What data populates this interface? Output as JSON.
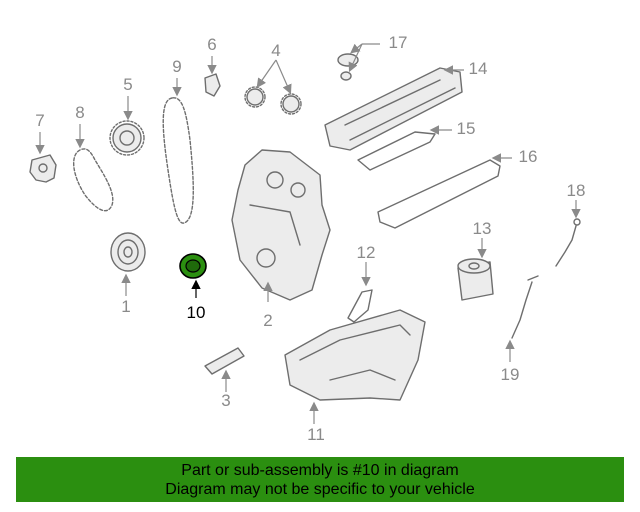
{
  "highlight_color": "#2b8f10",
  "highlighted_part": "10",
  "labels": {
    "p1": "1",
    "p2": "2",
    "p3": "3",
    "p4": "4",
    "p5": "5",
    "p6": "6",
    "p7": "7",
    "p8": "8",
    "p9": "9",
    "p10": "10",
    "p11": "11",
    "p12": "12",
    "p13": "13",
    "p14": "14",
    "p15": "15",
    "p16": "16",
    "p17": "17",
    "p18": "18",
    "p19": "19"
  },
  "banner": {
    "line1": "Part or sub-assembly is #10 in diagram",
    "line2": "Diagram may not be specific to your vehicle"
  }
}
